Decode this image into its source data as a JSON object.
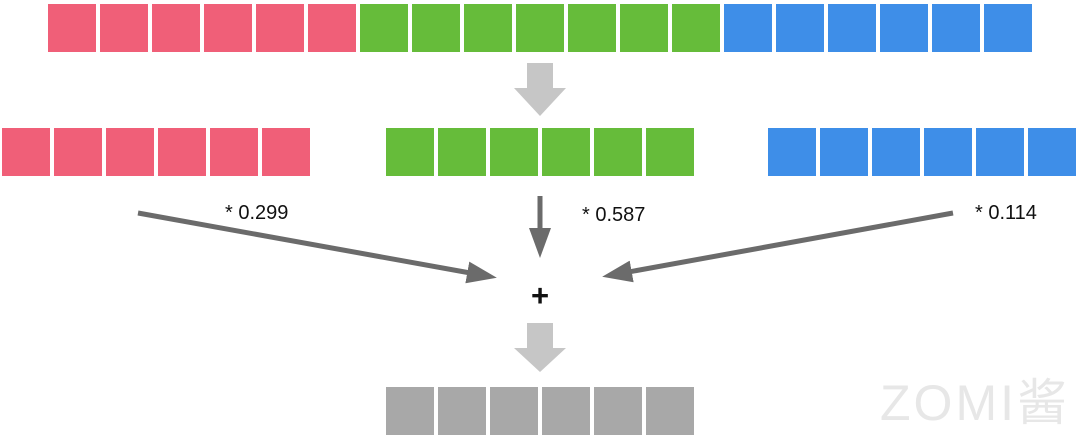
{
  "colors": {
    "red": "#F05F78",
    "green": "#66BC3A",
    "blue": "#3E8EE8",
    "gray": "#A8A8A8",
    "block_arrow": "#C6C6C6",
    "thin_arrow": "#6B6B6B"
  },
  "strips": {
    "combined": {
      "segments": [
        {
          "color": "red",
          "count": 6
        },
        {
          "color": "green",
          "count": 7
        },
        {
          "color": "blue",
          "count": 6
        }
      ]
    },
    "red_channel": {
      "segments": [
        {
          "color": "red",
          "count": 6
        }
      ]
    },
    "green_channel": {
      "segments": [
        {
          "color": "green",
          "count": 6
        }
      ]
    },
    "blue_channel": {
      "segments": [
        {
          "color": "blue",
          "count": 6
        }
      ]
    },
    "gray_result": {
      "segments": [
        {
          "color": "gray",
          "count": 6
        }
      ]
    }
  },
  "labels": {
    "red_weight": "* 0.299",
    "green_weight": "* 0.587",
    "blue_weight": "* 0.114",
    "plus": "+"
  },
  "watermark": "ZOMI酱"
}
